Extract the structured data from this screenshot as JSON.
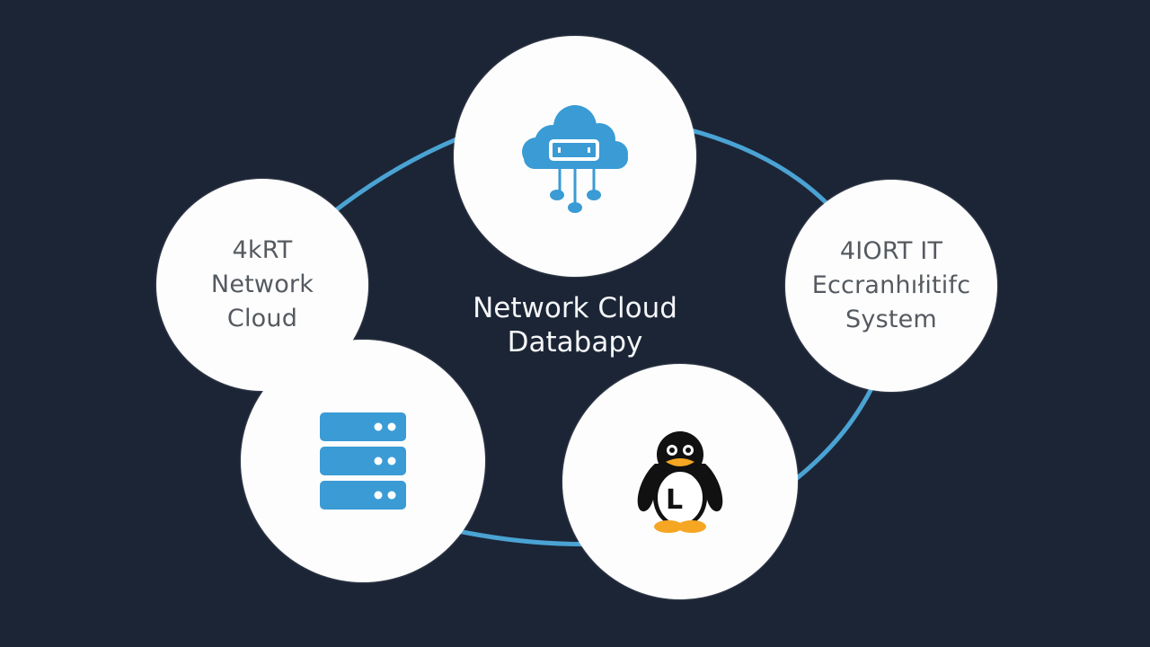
{
  "diagram": {
    "title": "Network Cloud Databapy",
    "center_label": [
      "Network Cloud",
      "Databapy"
    ],
    "colors": {
      "background": "#1c2536",
      "ring": "#4aa3d3",
      "node_fill": "#fdfdfd",
      "icon_blue": "#3a9bd5",
      "penguin_black": "#111111",
      "penguin_orange": "#f5a623",
      "node_text": "#555a60",
      "center_text": "#f4f6f8"
    },
    "nodes": [
      {
        "id": "top",
        "type": "icon",
        "icon": "cloud-network-icon"
      },
      {
        "id": "left",
        "type": "text",
        "lines": [
          "4kRT",
          "Network",
          "Cloud"
        ]
      },
      {
        "id": "right",
        "type": "text",
        "lines": [
          "4IORT IT",
          "Eccranhıłitifc",
          "System"
        ]
      },
      {
        "id": "bottom-left",
        "type": "icon",
        "icon": "server-stack-icon"
      },
      {
        "id": "bottom-right",
        "type": "icon",
        "icon": "linux-penguin-icon",
        "icon_letter": "L"
      }
    ]
  }
}
